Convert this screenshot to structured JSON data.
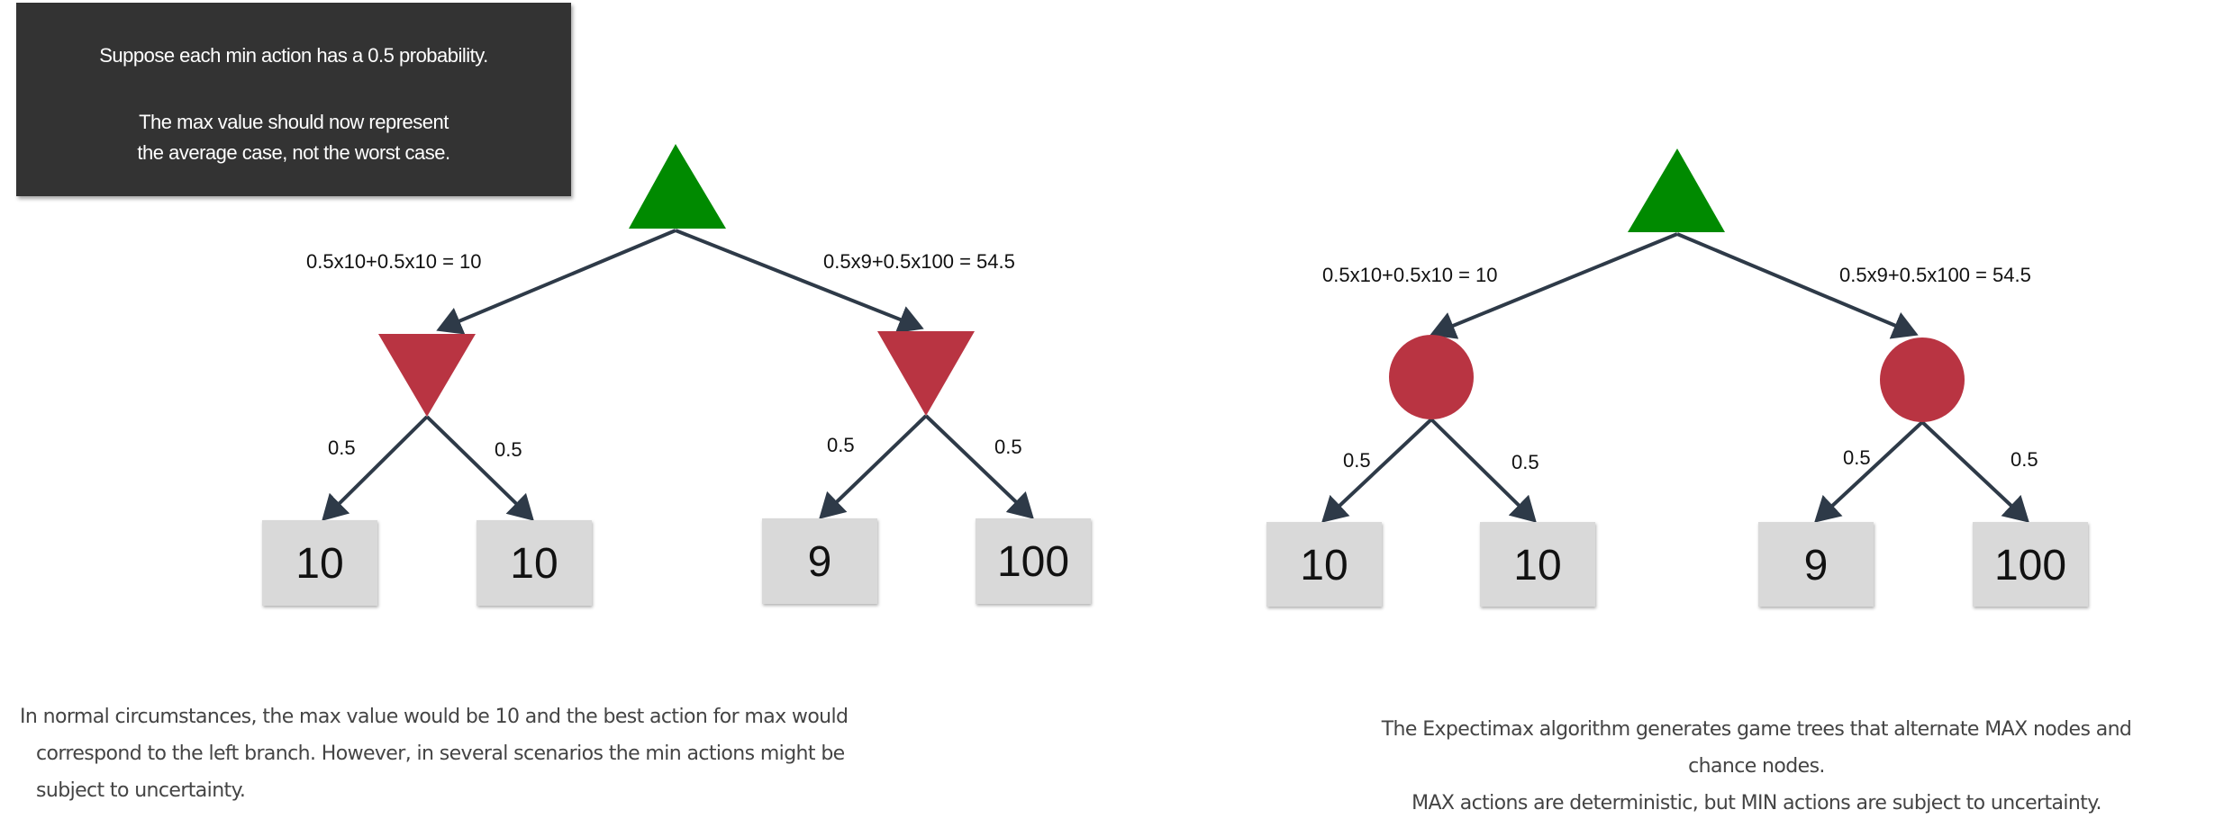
{
  "note": {
    "line1": "Suppose  each min action has a 0.5 probability.",
    "line2": "The max value should now represent",
    "line3": "the average  case, not the worst case."
  },
  "left_tree": {
    "left_branch_label": "0.5x10+0.5x10 =  10",
    "right_branch_label": "0.5x9+0.5x100 =  54.5",
    "probabilities": [
      "0.5",
      "0.5",
      "0.5",
      "0.5"
    ],
    "leaves": [
      "10",
      "10",
      "9",
      "100"
    ]
  },
  "right_tree": {
    "left_branch_label": "0.5x10+0.5x10 =  10",
    "right_branch_label": "0.5x9+0.5x100 =  54.5",
    "probabilities": [
      "0.5",
      "0.5",
      "0.5",
      "0.5"
    ],
    "leaves": [
      "10",
      "10",
      "9",
      "100"
    ]
  },
  "captions": {
    "left": [
      "In normal circumstances, the max value would be 10 and the best action for max would",
      "correspond to the left branch. However,  in several scenarios the min actions might be",
      "subject to uncertainty."
    ],
    "right": [
      "The Expectimax algorithm generates game trees that alternate MAX nodes and",
      "chance nodes.",
      "MAX actions are deterministic, but MIN actions are subject to uncertainty."
    ]
  },
  "colors": {
    "max_node": "#008a00",
    "min_node": "#b93442",
    "leaf": "#d9d9d9",
    "edge": "#2e3a48",
    "note_bg": "#333333"
  }
}
